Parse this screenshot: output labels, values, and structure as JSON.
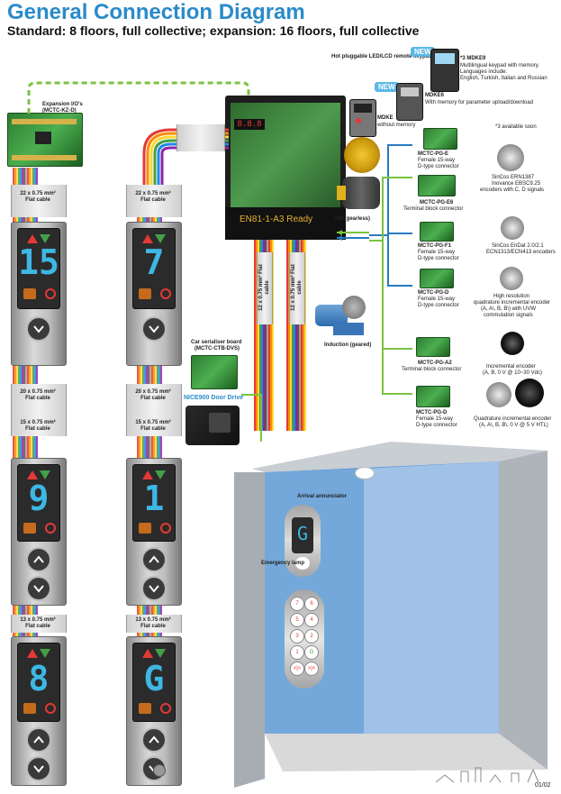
{
  "header": {
    "title": "General Connection Diagram",
    "subtitle": "Standard: 8 floors, full collective; expansion: 16 floors, full collective"
  },
  "controller": {
    "label": "EN81-1-A3 Ready",
    "display": "8.8.8"
  },
  "expansion": {
    "label": "Expansion I/O's",
    "model": "(MCTC-KZ-D)"
  },
  "cables": {
    "c22": "22 x 0.75 mm²",
    "c20": "20 x 0.75 mm²",
    "c15": "15 x 0.75 mm²",
    "c13": "13 x 0.75 mm²",
    "c12": "12 x 0.75 mm²",
    "flat": "Flat cable"
  },
  "floors": {
    "left_top": "15",
    "right_top": "7",
    "left_mid": "9",
    "right_mid": "1",
    "left_bot": "8",
    "right_bot": "G"
  },
  "keypads": {
    "hot_label": "Hot pluggable LED/LCD remote keypad (optional)",
    "new": "NEW",
    "mdke9_title": "*3 MDKE9",
    "mdke9_desc1": "Multilingual keypad with memory.",
    "mdke9_desc2": "Languages include:",
    "mdke9_desc3": "English, Turkish, Italian and Russian",
    "mdke6_title": "MDKE6",
    "mdke6_desc": "With memory for parameter upload/download",
    "mdke_title": "MDKE",
    "mdke_desc": "without memory",
    "soon": "*3 available soon"
  },
  "motors": {
    "pm": "PM (gearless)",
    "induction": "Induction (geared)"
  },
  "pg_cards": [
    {
      "name": "MCTC-PG-E",
      "desc1": "Female 15-way",
      "desc2": "D-type connector"
    },
    {
      "name": "MCTC-PG-E6",
      "desc1": "Terminal block connector",
      "desc2": ""
    },
    {
      "name": "MCTC-PG-F1",
      "desc1": "Female 15-way",
      "desc2": "D-type connector"
    },
    {
      "name": "MCTC-PG-D",
      "desc1": "Female 15-way",
      "desc2": "D-type connector"
    },
    {
      "name": "MCTC-PG-A2",
      "desc1": "Terminal block connector",
      "desc2": ""
    },
    {
      "name": "MCTC-PG-D",
      "desc1": "Female 15-way",
      "desc2": "D-type connector"
    }
  ],
  "encoders": [
    {
      "l1": "SinCos ERN1387",
      "l2": "Inovance EBSC9.25",
      "l3": "encoders with C, D signals"
    },
    {
      "l1": "SinCos EnDat 2.0/2.1",
      "l2": "ECN1313/ECN413 encoders",
      "l3": ""
    },
    {
      "l1": "High resolution",
      "l2": "quadrature incremental encoder",
      "l3": "(A, A\\, B, B\\) with UVW",
      "l4": "commutation signals"
    },
    {
      "l1": "Incremental encoder",
      "l2": "(A, B, 0 V @ 10~30 Vdc)",
      "l3": ""
    },
    {
      "l1": "Quadrature incremental encoder",
      "l2": "(A, A\\, B, B\\, 0 V @ 5 V HTL)",
      "l3": ""
    }
  ],
  "car": {
    "serialiser": "Car serialiser board",
    "serialiser_model": "(MCTC-CTB-DVS)",
    "door_drive": "NICE900 Door Drive",
    "arrival": "Arrival annunciator",
    "emergency": "Emergency lamp",
    "car_floor": "G",
    "cop_buttons": [
      "7",
      "6",
      "5",
      "4",
      "3",
      "2",
      "1",
      "G",
      "<|>",
      ">|<"
    ]
  },
  "footer": {
    "page": "01/02"
  },
  "colors": {
    "title": "#2a8bc9",
    "green_link": "#7cc242",
    "blue_link": "#2a7ac0",
    "digit": "#3db7e4"
  }
}
